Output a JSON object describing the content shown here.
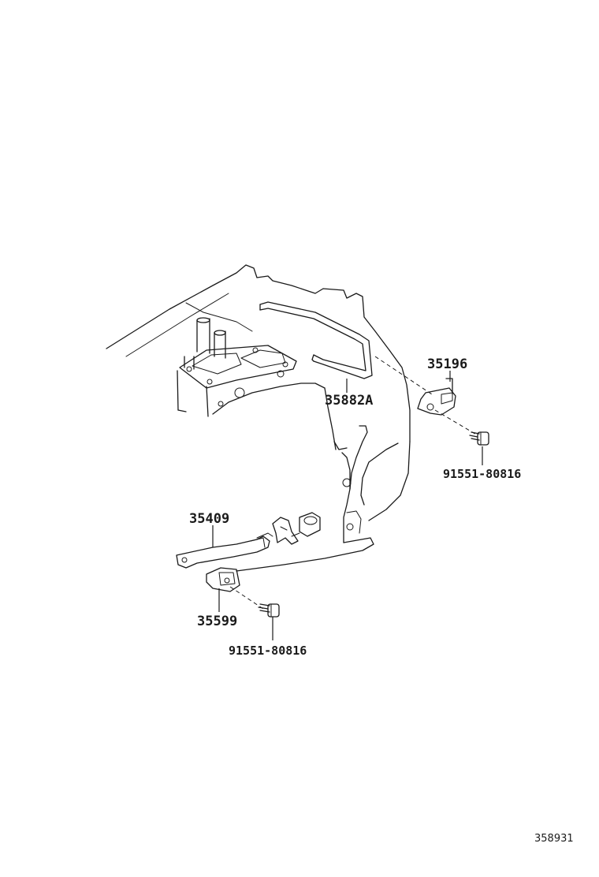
{
  "parts": {
    "pipe": "35882A",
    "clamp": "35196",
    "bolt_upper": "91551-80816",
    "lever": "35409",
    "bracket": "35599",
    "bolt_lower": "91551-80816"
  },
  "diagram_id": "358931"
}
